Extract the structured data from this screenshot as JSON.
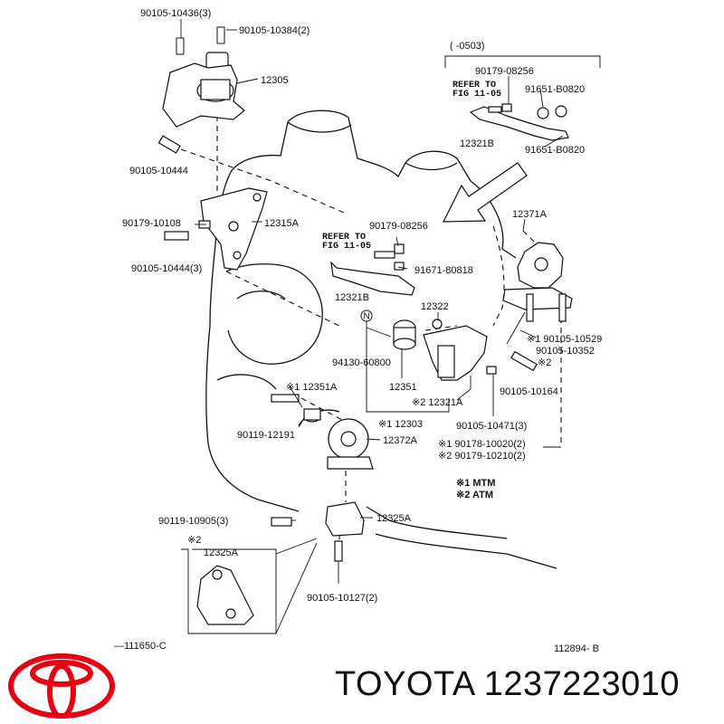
{
  "colors": {
    "logo_red": "#e60012",
    "ink": "#111111"
  },
  "brand": {
    "name": "TOYOTA",
    "part_number": "1237223010"
  },
  "diagram": {
    "labels": {
      "bolt_10436": "90105-10436(3)",
      "bolt_10384": "90105-10384(2)",
      "mount_12305": "12305",
      "bolt_10444": "90105-10444",
      "nut_10108": "90179-10108",
      "bracket_12315a": "12315A",
      "bolt_10444_3": "90105-10444(3)",
      "nut_08256_mid": "90179-08256",
      "refer_mid_1": "REFER TO",
      "refer_mid_2": "FIG 11-05",
      "bolt_80818": "91671-80818",
      "bracket_12321b_mid": "12321B",
      "range": "(  -0503)",
      "nut_08256_top": "90179-08256",
      "refer_top_1": "REFER TO",
      "refer_top_2": "FIG 11-05",
      "bolt_b0820_a": "91651-B0820",
      "bolt_b0820_b": "91651-B0820",
      "bracket_12321b_top": "12321B",
      "mount_12371a": "12371A",
      "nut_12322": "12322",
      "n_mark": "N",
      "stopper_94130": "94130-60800",
      "stopper_12351": "12351",
      "bracket_12321a": "※2 12321A",
      "mount_12351a": "※1 12351A",
      "bolt_12191": "90119-12191",
      "mount_12303": "※1 12303",
      "mount_12372a": "12372A",
      "bolt_10529": "※1 90105-10529",
      "bolt_10352": "90105-10352",
      "note2_a": "※2",
      "bolt_10164": "90105-10164",
      "bolt_10471": "90105-10471(3)",
      "nut_10020": "※1 90178-10020(2)",
      "nut_10210": "※2 90179-10210(2)",
      "legend_mtm": "※1 MTM",
      "legend_atm": "※2 ATM",
      "bolt_10905": "90119-10905(3)",
      "mount_12325a": "12325A",
      "note2_b": "※2",
      "inset_12325a": "12325A",
      "bolt_10127": "90105-10127(2)",
      "ref_111650": "—111650-C",
      "fig_number": "112894- B"
    }
  }
}
